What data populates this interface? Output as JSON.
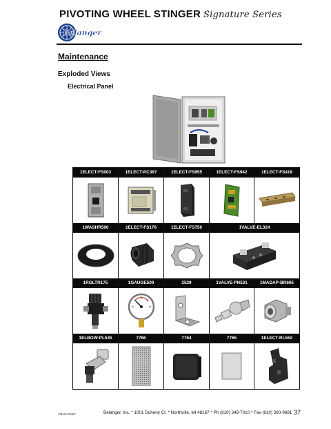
{
  "header": {
    "title": "PIVOTING WHEEL STINGER",
    "script_title": "Signature Series",
    "logo_text": "Belanger"
  },
  "section": {
    "title": "Maintenance",
    "subtitle": "Exploded Views",
    "sub_subtitle": "Electrical Panel"
  },
  "parts_table": {
    "rows": [
      {
        "labels": [
          "1ELECT-FS003",
          "1ELECT-PC367",
          "1ELECT-FS955",
          "1ELECT-FS942",
          "1ELECT-FS418"
        ],
        "icons": [
          "breaker-icon",
          "power-supply-icon",
          "relay-module-icon",
          "circuit-board-icon",
          "din-rail-icon"
        ]
      },
      {
        "labels": [
          "1WASHR500",
          "1ELECT-FS176",
          "1ELECT-FS750",
          "1VALVE-EL324"
        ],
        "icons": [
          "washer-icon",
          "cable-gland-icon",
          "locknut-icon",
          "solenoid-valve-icon"
        ]
      },
      {
        "labels": [
          "1RGLTR175",
          "1GAUGE500",
          "2529",
          "1VALVE-PN531",
          "1MADAP-BR605"
        ],
        "icons": [
          "regulator-icon",
          "pressure-gauge-icon",
          "angle-bracket-icon",
          "pneumatic-valve-icon",
          "adapter-icon"
        ]
      },
      {
        "labels": [
          "1ELBOW-PL535",
          "7766",
          "7764",
          "7765",
          "1ELECT-RL552"
        ],
        "icons": [
          "elbow-fitting-icon",
          "perforated-panel-icon",
          "enclosure-cover-icon",
          "back-panel-icon",
          "end-bracket-icon"
        ]
      }
    ]
  },
  "footer": {
    "code": "1MANUL587",
    "text": "Belanger, Inc. * 1001 Doheny Ct. * Northville, MI 48167 * Ph (810) 349-7010 * Fax (810) 380-9681",
    "page": "37"
  },
  "colors": {
    "label_bg": "#0a0a0a",
    "label_text": "#ffffff",
    "logo_blue": "#1c3f8f",
    "part_grey": "#8c8c8c",
    "part_dark": "#2a2a2a",
    "board_green": "#4e8a2a"
  }
}
